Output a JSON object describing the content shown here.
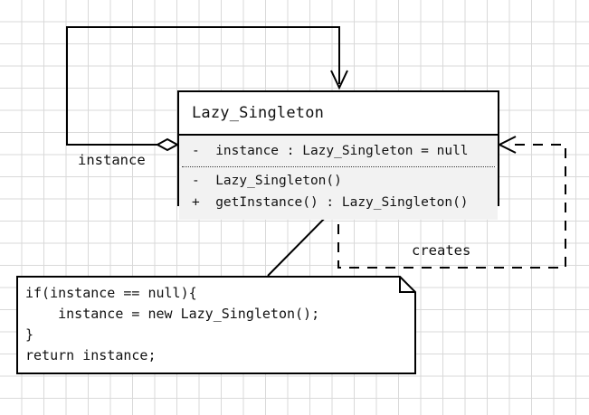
{
  "diagram": {
    "title": "Lazy_Singleton",
    "type": "uml-class-diagram",
    "background": "#ffffff",
    "grid_color": "#d9d9d9",
    "line_color": "#000000",
    "compartment_fill": "#f2f2f2"
  },
  "class_box": {
    "name": "Lazy_Singleton",
    "attributes": [
      "-  instance : Lazy_Singleton = null"
    ],
    "operations": [
      "-  Lazy_Singleton()",
      "+  getInstance() : Lazy_Singleton()"
    ]
  },
  "note": {
    "lines": [
      "if(instance == null){",
      "    instance = new Lazy_Singleton();",
      "}",
      "return instance;"
    ],
    "text": "if(instance == null){\n    instance = new Lazy_Singleton();\n}\nreturn instance;"
  },
  "relations": [
    {
      "name": "aggregation-self-instance",
      "label": "instance",
      "style": "solid",
      "source_marker": "hollow-diamond",
      "target_marker": "open-arrow"
    },
    {
      "name": "dependency-self-creates",
      "label": "creates",
      "style": "dashed",
      "source_marker": "none",
      "target_marker": "open-arrow"
    }
  ],
  "labels": {
    "instance": "instance",
    "creates": "creates"
  }
}
